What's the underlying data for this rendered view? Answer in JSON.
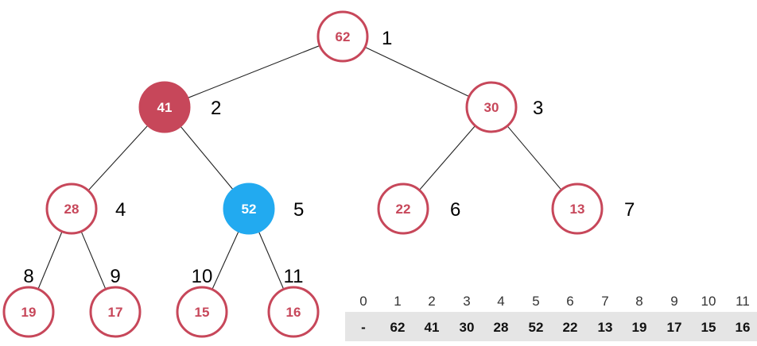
{
  "colors": {
    "node_border": "#c7475a",
    "node_text": "#c7475a",
    "node_fill": "#ffffff",
    "highlight_parent": "#c7475a",
    "highlight_child": "#22aaf0",
    "highlight_text": "#ffffff",
    "edge": "#222222",
    "array_bg": "#e5e5e5"
  },
  "tree": {
    "nodes": [
      {
        "index": "1",
        "value": "62",
        "state": "normal"
      },
      {
        "index": "2",
        "value": "41",
        "state": "parent"
      },
      {
        "index": "3",
        "value": "30",
        "state": "normal"
      },
      {
        "index": "4",
        "value": "28",
        "state": "normal"
      },
      {
        "index": "5",
        "value": "52",
        "state": "child"
      },
      {
        "index": "6",
        "value": "22",
        "state": "normal"
      },
      {
        "index": "7",
        "value": "13",
        "state": "normal"
      },
      {
        "index": "8",
        "value": "19",
        "state": "normal"
      },
      {
        "index": "9",
        "value": "17",
        "state": "normal"
      },
      {
        "index": "10",
        "value": "15",
        "state": "normal"
      },
      {
        "index": "11",
        "value": "16",
        "state": "normal"
      }
    ]
  },
  "array": {
    "indices": [
      "0",
      "1",
      "2",
      "3",
      "4",
      "5",
      "6",
      "7",
      "8",
      "9",
      "10",
      "11"
    ],
    "values": [
      "-",
      "62",
      "41",
      "30",
      "28",
      "52",
      "22",
      "13",
      "19",
      "17",
      "15",
      "16"
    ]
  }
}
